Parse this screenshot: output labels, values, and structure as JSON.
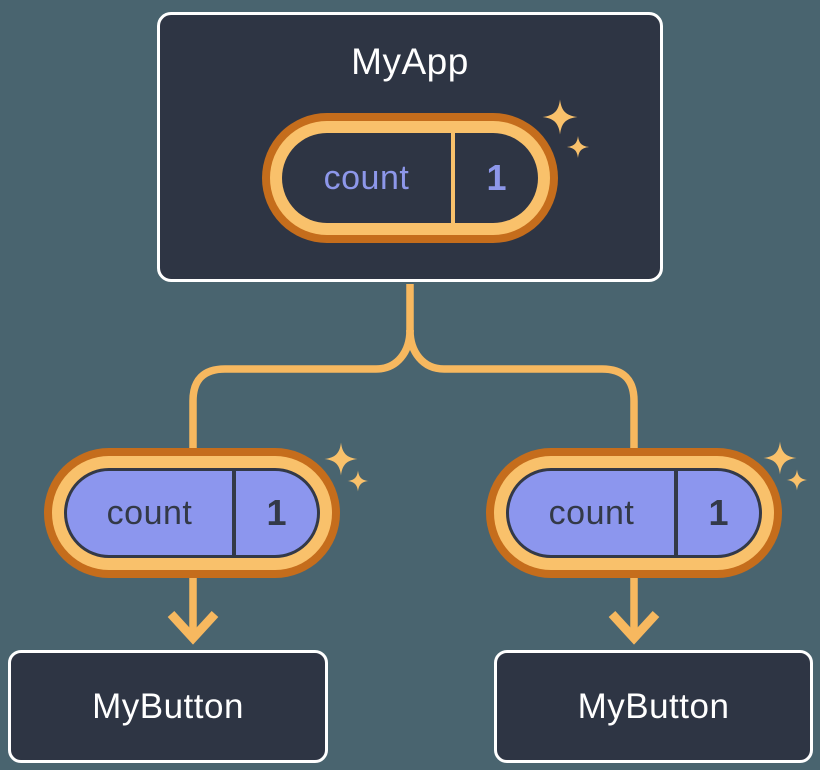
{
  "colors": {
    "page-bg": "#49646f",
    "node-bg": "#2e3544",
    "node-border": "#ffffff",
    "node-text": "#ffffff",
    "ring-dark": "#c56d1c",
    "ring-light": "#f9c16b",
    "state-fill-child": "#8c96ee",
    "state-text-root": "#8d97ea",
    "state-text-child": "#333947",
    "connector": "#f7b85f",
    "sparkle": "#f9c16b"
  },
  "diagram": {
    "root": {
      "title": "MyApp",
      "state": {
        "label": "count",
        "value": "1"
      }
    },
    "props_passed": [
      {
        "label": "count",
        "value": "1"
      },
      {
        "label": "count",
        "value": "1"
      }
    ],
    "children": [
      {
        "title": "MyButton"
      },
      {
        "title": "MyButton"
      }
    ]
  }
}
